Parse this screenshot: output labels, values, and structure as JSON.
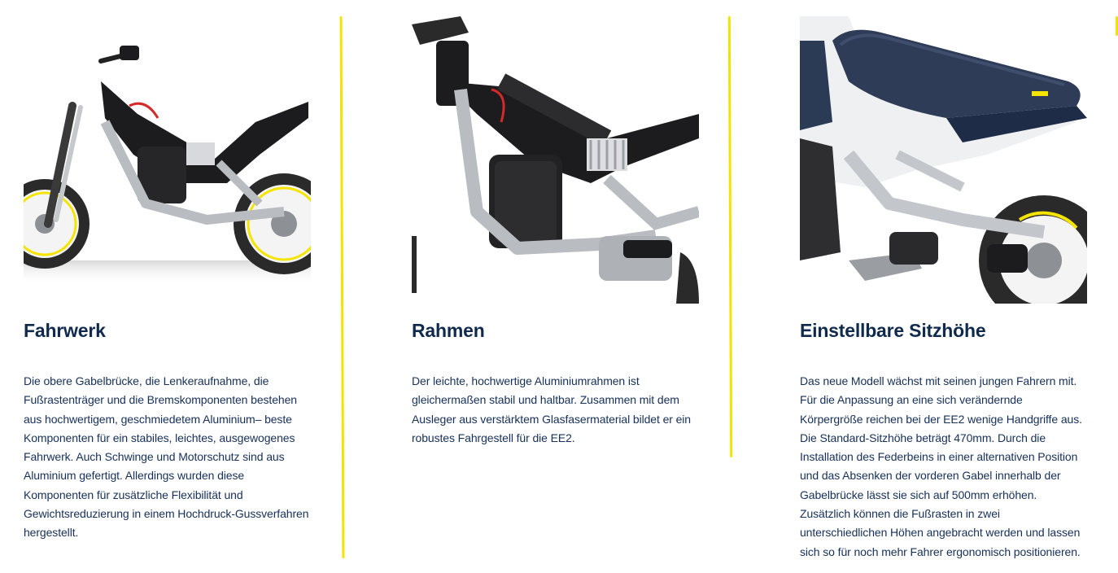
{
  "cards": [
    {
      "title": "Fahrwerk",
      "text": "Die obere Gabelbrücke, die Lenkeraufnahme, die Fußrastenträger und die Bremskomponenten bestehen aus hochwertigem, geschmiedetem Aluminium– beste Komponenten für ein stabiles, leichtes, ausgewogenes Fahrwerk. Auch Schwinge und Motorschutz sind aus Aluminium gefertigt. Allerdings wurden diese Komponenten für zusätzliche Flexibilität und Gewichtsreduzierung in einem Hochdruck-Gussverfahren hergestellt.",
      "image": "full-bike-chassis-image"
    },
    {
      "title": "Rahmen",
      "text": "Der leichte, hochwertige Aluminiumrahmen ist gleichermaßen stabil und haltbar. Zusammen mit dem Ausleger aus verstärktem Glasfasermaterial bildet er ein robustes Fahrgestell für die EE2.",
      "image": "frame-closeup-image"
    },
    {
      "title": "Einstellbare Sitzhöhe",
      "text": "Das neue Modell wächst mit seinen jungen Fahrern mit. Für die Anpassung an eine sich verändernde Körpergröße reichen bei der EE2 wenige Handgriffe aus. Die Standard-Sitzhöhe beträgt 470mm. Durch die Installation des Federbeins in einer alternativen Position und das Absenken der vorderen Gabel innerhalb der Gabelbrücke lässt sie sich auf 500mm erhöhen. Zusätzlich können die Fußrasten in zwei unterschiedlichen Höhen angebracht werden und lassen sich so für noch mehr Fahrer ergonomisch positionieren.",
      "image": "seat-closeup-image"
    }
  ],
  "colors": {
    "title": "#0f2a4d",
    "text": "#16305a",
    "divider": "#f2e300",
    "accent_yellow": "#f5e400",
    "frame_black": "#1c1c1e",
    "aluminium": "#b9bcc0",
    "seat_navy": "#2b3a55"
  }
}
